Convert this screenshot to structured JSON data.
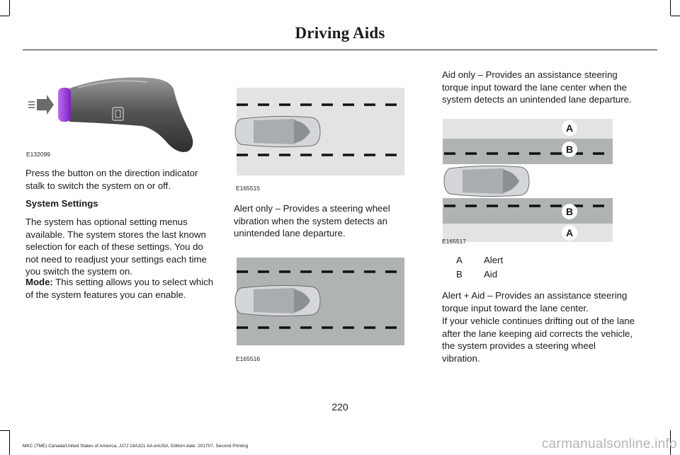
{
  "header": {
    "title": "Driving Aids"
  },
  "left": {
    "figure_id": "E132099",
    "p1": "Press the button on the direction indicator stalk to switch the system on or off.",
    "heading": "System Settings",
    "p2": "The system has optional setting menus available. The system stores the last known selection for each of these settings. You do not need to readjust your settings each time you switch the system on.",
    "p3_bold": "Mode:",
    "p3_rest": " This setting allows you to select which of the system features you can enable."
  },
  "middle": {
    "fig1_id": "E165515",
    "p1": "Alert only – Provides a steering wheel vibration when the system detects an unintended lane departure.",
    "fig2_id": "E165516"
  },
  "right": {
    "p1": "Aid only – Provides an assistance steering torque input toward the lane center when the system detects an unintended lane departure.",
    "fig_id": "E165517",
    "callouts": {
      "a": "A",
      "b": "B"
    },
    "legend": [
      {
        "key": "A",
        "value": "Alert"
      },
      {
        "key": "B",
        "value": "Aid"
      }
    ],
    "p2": "Alert + Aid – Provides an assistance steering torque input toward the lane center.",
    "p3": "If your vehicle continues drifting out of the lane after the lane keeping aid corrects the vehicle, the system provides a steering wheel vibration."
  },
  "footer": {
    "page_number": "220",
    "edition": "MKC (TME) Canada/United States of America, JJ7J 19A321 AA enUSA, Edition date: 201707, Second Printing",
    "watermark": "carmanualsonline.info"
  },
  "colors": {
    "lane_light": "#e2e3e3",
    "lane_dark": "#afb3b3",
    "button": "#8e2bd6",
    "callout": "#ffffff"
  }
}
